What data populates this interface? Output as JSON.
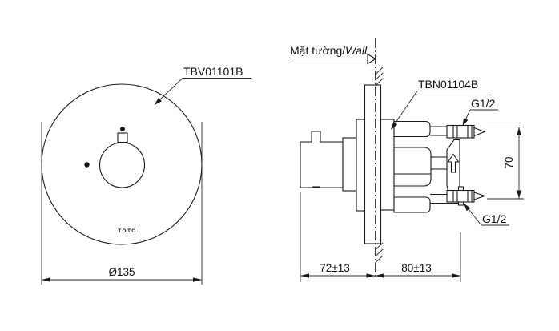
{
  "colors": {
    "line": "#1a1a1a",
    "background": "#ffffff"
  },
  "front_view": {
    "part_label": "TBV01101B",
    "logo_text": "TOTO",
    "diameter_dimension": "Ø135"
  },
  "side_view": {
    "wall_label_vi": "Mặt tường/",
    "wall_label_en": "Wall",
    "part_label": "TBN01104B",
    "top_fitting_label": "G1/2",
    "bottom_fitting_label": "G1/2",
    "height_dimension": "70",
    "depth_behind_wall_dimension": "72±13",
    "depth_front_wall_dimension": "80±13"
  }
}
